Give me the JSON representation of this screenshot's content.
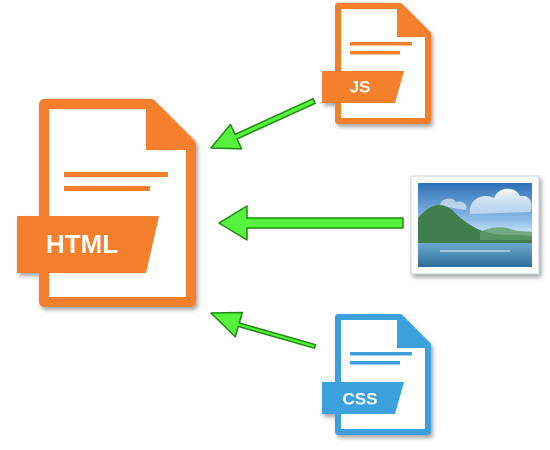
{
  "files": {
    "html": {
      "label": "HTML",
      "color": "#f57f29"
    },
    "js": {
      "label": "JS",
      "color": "#f57f29"
    },
    "css": {
      "label": "CSS",
      "color": "#3ba0dc"
    }
  },
  "image": {
    "icon": "landscape-photo-icon"
  },
  "arrows": {
    "color": "#57f23d",
    "stroke": "#1f8a12"
  },
  "relations": [
    {
      "from": "js",
      "to": "html"
    },
    {
      "from": "image",
      "to": "html"
    },
    {
      "from": "css",
      "to": "html"
    }
  ]
}
